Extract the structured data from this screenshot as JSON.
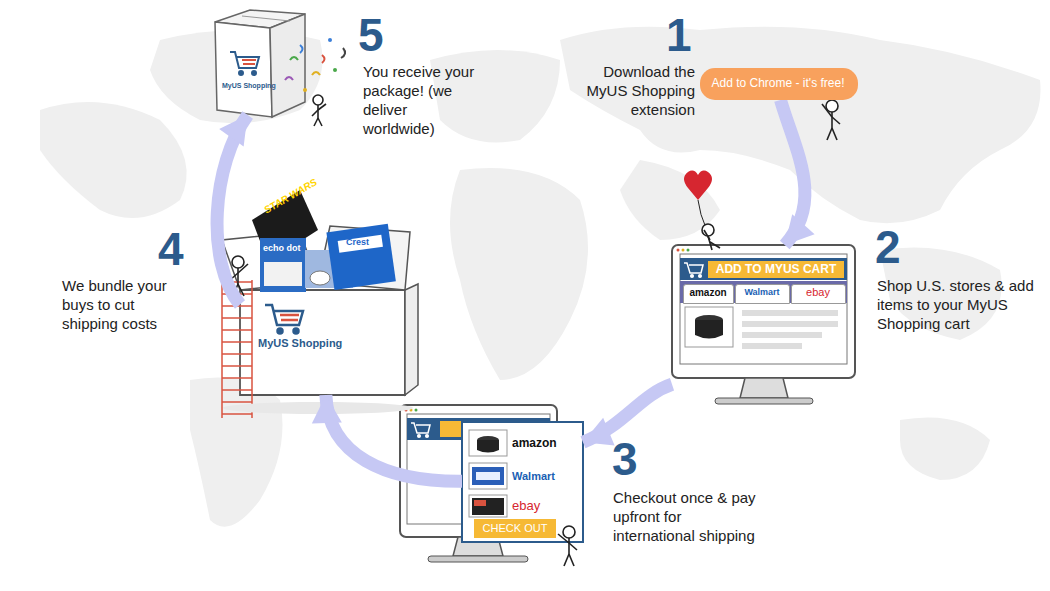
{
  "diagram": {
    "nodes": [
      {
        "text": [
          "Add to Chrome - it's free!"
        ]
      },
      {
        "text": [
          "ADD TO MYUS CART"
        ]
      },
      {
        "text": [
          "amazon"
        ],
        "in": 1
      },
      {
        "text": [
          "Walmart"
        ],
        "in": 1
      },
      {
        "text": [
          "ebay"
        ],
        "in": 1
      },
      {
        "text": [
          "CHECK OUT"
        ]
      },
      {
        "text": [
          "amazon"
        ],
        "in": 5
      },
      {
        "text": [
          "Walmart"
        ],
        "in": 5
      },
      {
        "text": [
          "ebay"
        ],
        "in": 5
      },
      {
        "text": [
          "MyUS Shopping"
        ]
      },
      {
        "text": [
          "MyUS Shopping"
        ]
      }
    ],
    "edges": [
      {
        "from": 0,
        "to": 1,
        "arrow": "to"
      },
      {
        "from": 1,
        "to": 5,
        "arrow": "to"
      },
      {
        "from": 5,
        "to": 9,
        "arrow": "to"
      },
      {
        "from": 9,
        "to": 10,
        "arrow": "to"
      }
    ],
    "labels": [
      "1",
      "Download the MyUS Shopping extension",
      "2",
      "Shop U.S. stores & add items to your MyUS Shopping cart",
      "3",
      "Checkout once & pay upfront for international shipping",
      "4",
      "We bundle your buys to cut shipping costs",
      "5",
      "You receive your package! (we deliver worldwide)",
      "STAR WARS",
      "echo dot",
      "Crest"
    ]
  }
}
